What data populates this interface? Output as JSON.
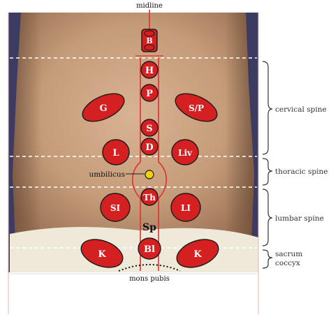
{
  "labels": {
    "midline": "midline",
    "umbilicus": "umbilicus",
    "mons_pubis": "mons pubis",
    "sp": "Sp"
  },
  "spine_regions": {
    "cervical": "cervical spine",
    "thoracic": "thoracic spine",
    "lumbar": "lumbar spine",
    "sacrum": "sacrum",
    "coccyx": "coccyx"
  },
  "midline_zones": {
    "B": "B",
    "H": "H",
    "P": "P",
    "S": "S",
    "D": "D",
    "Th": "Th",
    "Bl": "Bl"
  },
  "side_zones": {
    "G": "G",
    "SP": "S/P",
    "L": "L",
    "Liv": "Liv",
    "SI": "SI",
    "LI": "LI",
    "K_left": "K",
    "K_right": "K"
  },
  "colors": {
    "zone_fill": "#d42020",
    "zone_text": "#ffffff",
    "guide_line": "#e03030",
    "dashed_line": "#ffffff",
    "umbilicus_marker": "#f2d200",
    "skin": "#c9a17e"
  }
}
